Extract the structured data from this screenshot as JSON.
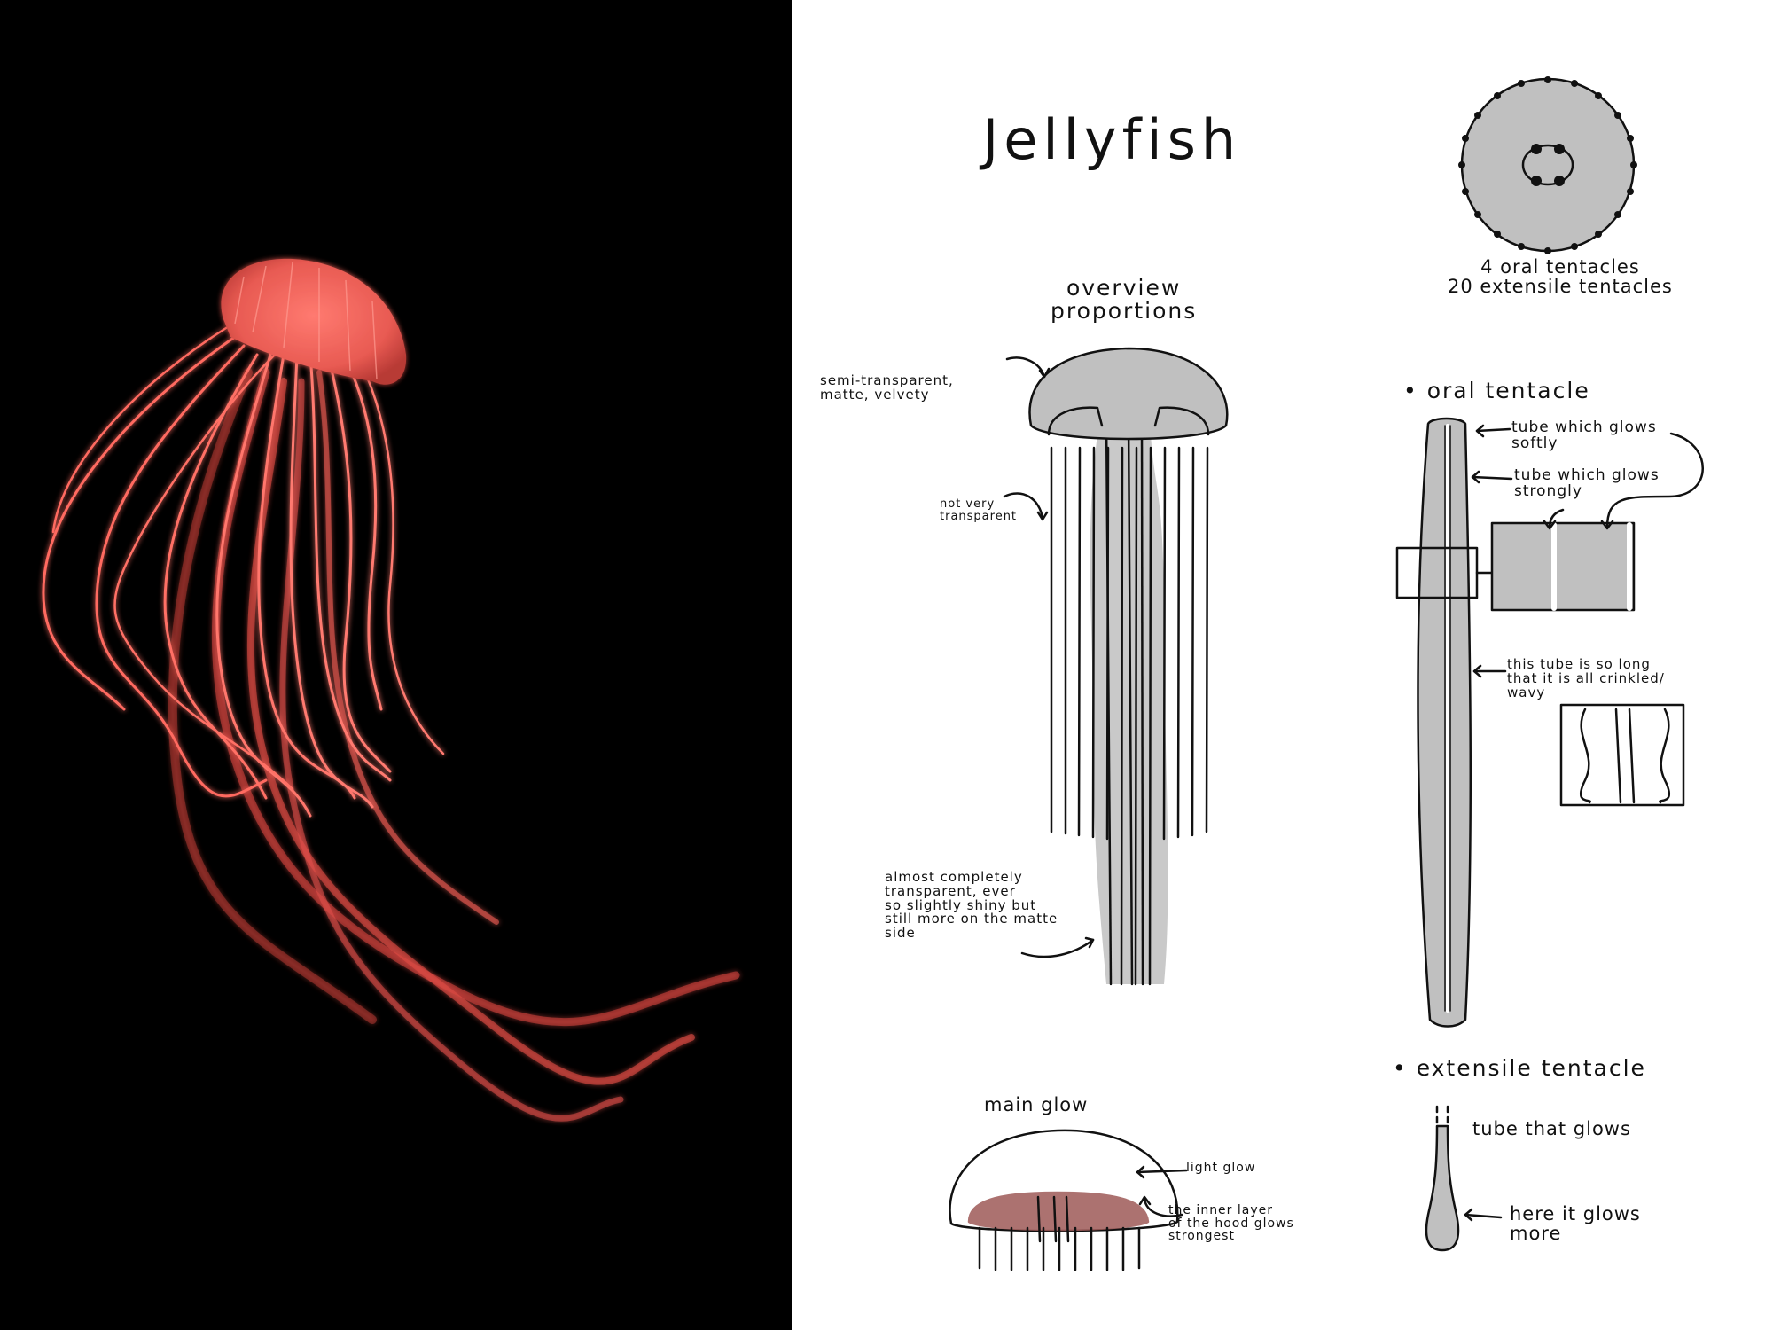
{
  "title": "Jellyfish",
  "top_view": {
    "caption": "4 oral tentacles\n20 extensile tentacles"
  },
  "overview": {
    "heading": "overview\nproportions",
    "bell_note": "semi-transparent,\nmatte, velvety",
    "tentacle_note": "not very\ntransparent",
    "oral_note": "almost completely\ntransparent, ever\nso slightly shiny but\nstill more on the matte\nside"
  },
  "oral_tentacle": {
    "heading": "• oral tentacle",
    "soft_note": "tube which glows\nsoftly",
    "strong_note": "tube which glows\nstrongly",
    "long_note": "this tube is so long\nthat it is all crinkled/\nwavy"
  },
  "main_glow": {
    "heading": "main glow",
    "light_note": "light glow",
    "inner_note": "the inner layer\nof the hood glows\nstrongest"
  },
  "extensile_tentacle": {
    "heading": "• extensile tentacle",
    "tube_note": "tube that glows",
    "tip_note": "here it glows\nmore"
  },
  "colors": {
    "glow_red": "#ff5a52",
    "inner_glow": "#9e5a58",
    "sketch_gray": "#c0c0c0"
  }
}
